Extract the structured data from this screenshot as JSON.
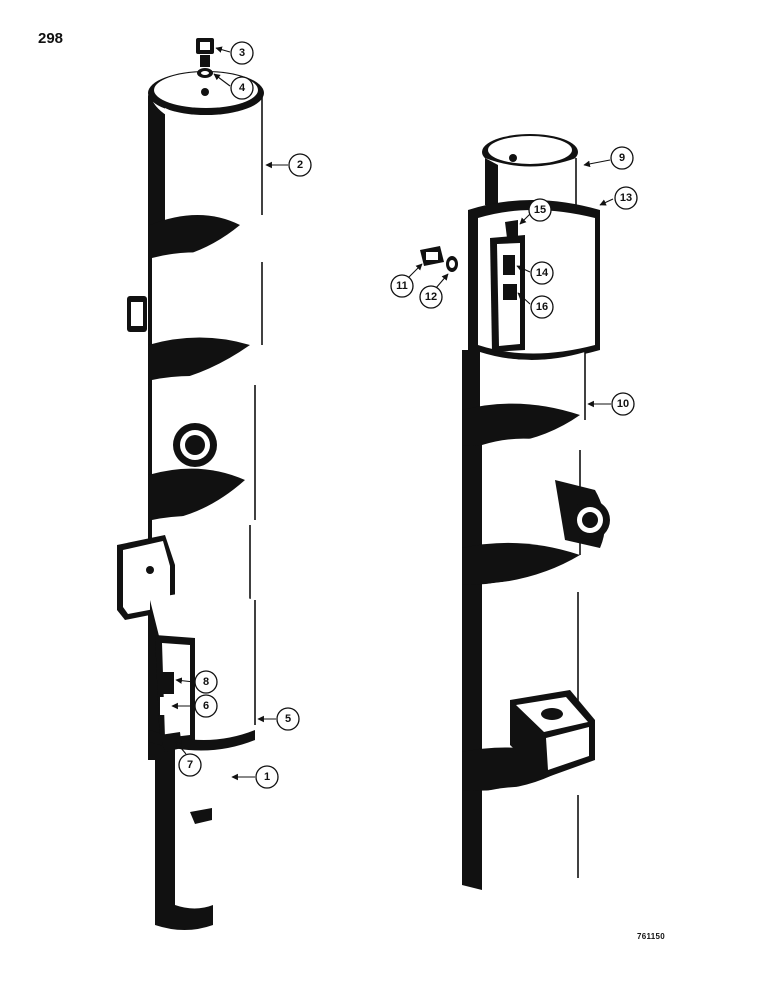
{
  "page_number": "298",
  "figure_code": "761150",
  "callouts": [
    {
      "label": "1"
    },
    {
      "label": "2"
    },
    {
      "label": "3"
    },
    {
      "label": "4"
    },
    {
      "label": "5"
    },
    {
      "label": "6"
    },
    {
      "label": "7"
    },
    {
      "label": "8"
    },
    {
      "label": "9"
    },
    {
      "label": "10"
    },
    {
      "label": "11"
    },
    {
      "label": "12"
    },
    {
      "label": "13"
    },
    {
      "label": "14"
    },
    {
      "label": "15"
    },
    {
      "label": "16"
    }
  ]
}
